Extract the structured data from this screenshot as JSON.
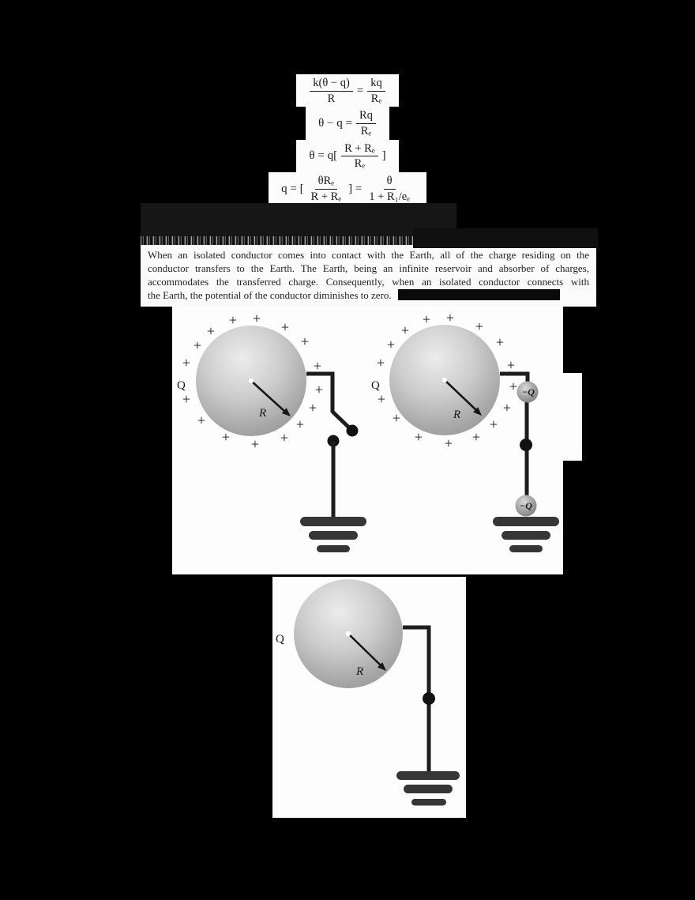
{
  "document": {
    "background_color": "#000000",
    "paper_color": "#fcfcfc"
  },
  "equations": {
    "lines": [
      {
        "segments": [
          {
            "frac": [
              "k(θ − q)",
              "R"
            ]
          },
          {
            "text": "="
          },
          {
            "frac": [
              "kq",
              "Rₑ"
            ]
          }
        ]
      },
      {
        "segments": [
          {
            "text": "θ − q ="
          },
          {
            "frac": [
              "Rq",
              "Rₑ"
            ]
          }
        ]
      },
      {
        "segments": [
          {
            "text": "θ = q["
          },
          {
            "frac": [
              "R + Rₑ",
              "Rₑ"
            ]
          },
          {
            "text": "]"
          }
        ]
      },
      {
        "segments": [
          {
            "text": "q = ["
          },
          {
            "frac": [
              "θRₑ",
              "R + Rₑ"
            ]
          },
          {
            "text": "] ="
          },
          {
            "frac": [
              "θ",
              "1 + R₁/eₑ"
            ]
          }
        ]
      }
    ]
  },
  "paragraph": {
    "lines": [
      "When an isolated conductor comes into contact with the Earth, all of the charge residing on the",
      "conductor transfers to the Earth. The Earth, being an infinite reservoir and absorber of charges,",
      "accommodates the transferred charge. Consequently, when an isolated conductor connects with",
      "the Earth, the potential of the conductor diminishes to zero."
    ]
  },
  "diagrams": {
    "plus_symbol": "+",
    "left": {
      "charge_label": "Q",
      "radius_label": "R"
    },
    "right": {
      "charge_label": "Q",
      "radius_label": "R",
      "induced_ball_top": "−Q",
      "induced_ball_bottom": "−Q"
    },
    "bottom": {
      "charge_label": "Q",
      "radius_label": "R"
    }
  },
  "colors": {
    "wire": "#1d1d1d",
    "switch_dot": "#121212",
    "ground": "#363636",
    "arrow": "#161616"
  }
}
